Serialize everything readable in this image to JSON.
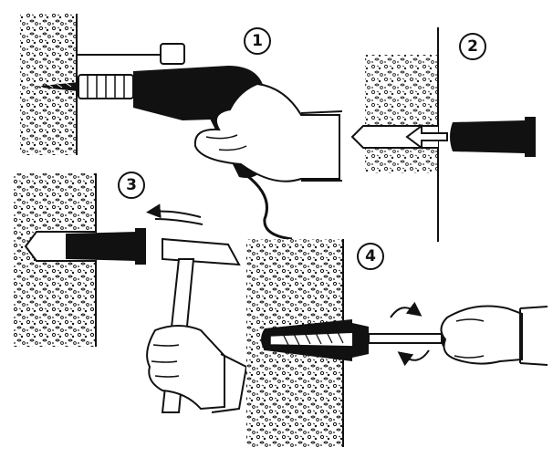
{
  "steps": [
    {
      "number": "1",
      "icon": "drill-icon"
    },
    {
      "number": "2",
      "icon": "anchor-insert-icon"
    },
    {
      "number": "3",
      "icon": "hammer-icon"
    },
    {
      "number": "4",
      "icon": "screwdriver-icon"
    }
  ],
  "colors": {
    "ink": "#111111",
    "paper": "#ffffff",
    "skin": "#ffffff"
  }
}
